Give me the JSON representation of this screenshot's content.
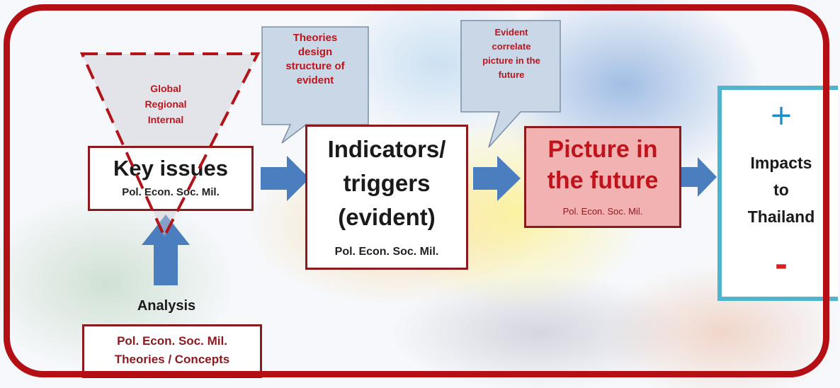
{
  "triangle": {
    "lines": [
      "Global",
      "Regional",
      "Internal"
    ]
  },
  "key_issues": {
    "title": "Key issues",
    "sub": "Pol. Econ. Soc. Mil."
  },
  "callout1": {
    "lines": [
      "Theories",
      "design",
      "structure of",
      "evident"
    ]
  },
  "indicators": {
    "lines": [
      "Indicators/",
      "triggers",
      "(evident)"
    ],
    "sub": "Pol. Econ. Soc. Mil."
  },
  "callout2": {
    "lines": [
      "Evident",
      "correlate",
      "picture in the",
      "future"
    ]
  },
  "picture": {
    "lines": [
      "Picture in",
      "the future"
    ],
    "sub": "Pol. Econ. Soc. Mil."
  },
  "impacts": {
    "plus": "+",
    "lines": [
      "Impacts",
      "to",
      "Thailand"
    ],
    "minus": "-"
  },
  "analysis": {
    "label": "Analysis",
    "box_lines": [
      "Pol. Econ. Soc. Mil.",
      "Theories / Concepts"
    ]
  },
  "colors": {
    "frame": "#b30f15",
    "box_border": "#8b1a1f",
    "arrow": "#4a7ebf",
    "callout_fill": "#c9d7e6",
    "picture_fill": "#f2b2b2",
    "impacts_border": "#4fb5cc",
    "plus_color": "#1b8cc8",
    "minus_color": "#d42020"
  }
}
